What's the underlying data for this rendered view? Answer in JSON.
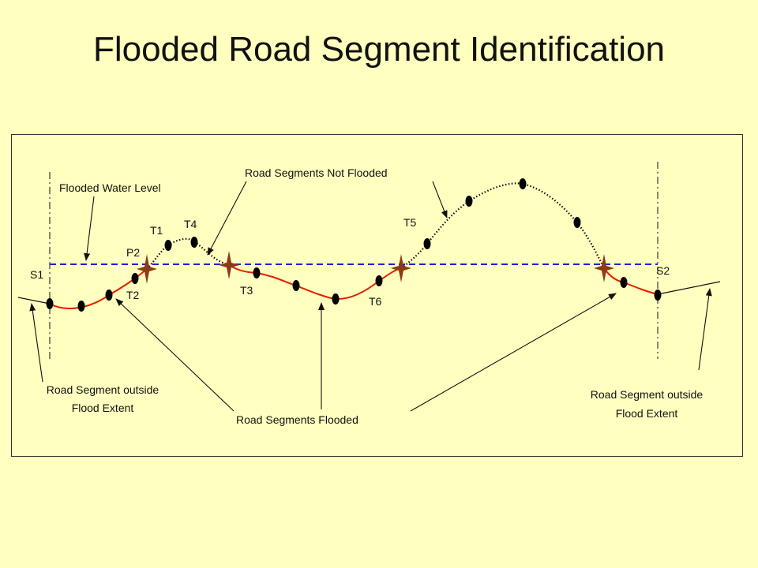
{
  "title": "Flooded Road Segment Identification",
  "labels": {
    "s1": "S1",
    "s2": "S2",
    "p2": "P2",
    "t1": "T1",
    "t2": "T2",
    "t3": "T3",
    "t4": "T4",
    "t5": "T5",
    "t6": "T6",
    "flooded_water_level": "Flooded Water Level",
    "not_flooded": "Road Segments Not Flooded",
    "flooded": "Road Segments Flooded",
    "outside_left_line1": "Road Segment outside",
    "outside_left_line2": "Flood Extent",
    "outside_right_line1": "Road Segment outside",
    "outside_right_line2": "Flood Extent"
  },
  "colors": {
    "background": "#ffffc0",
    "flooded_road": "#e02000",
    "unflooded_road": "#111111",
    "water_level": "#2020d0",
    "intersection_marker": "#8b3a1a"
  }
}
